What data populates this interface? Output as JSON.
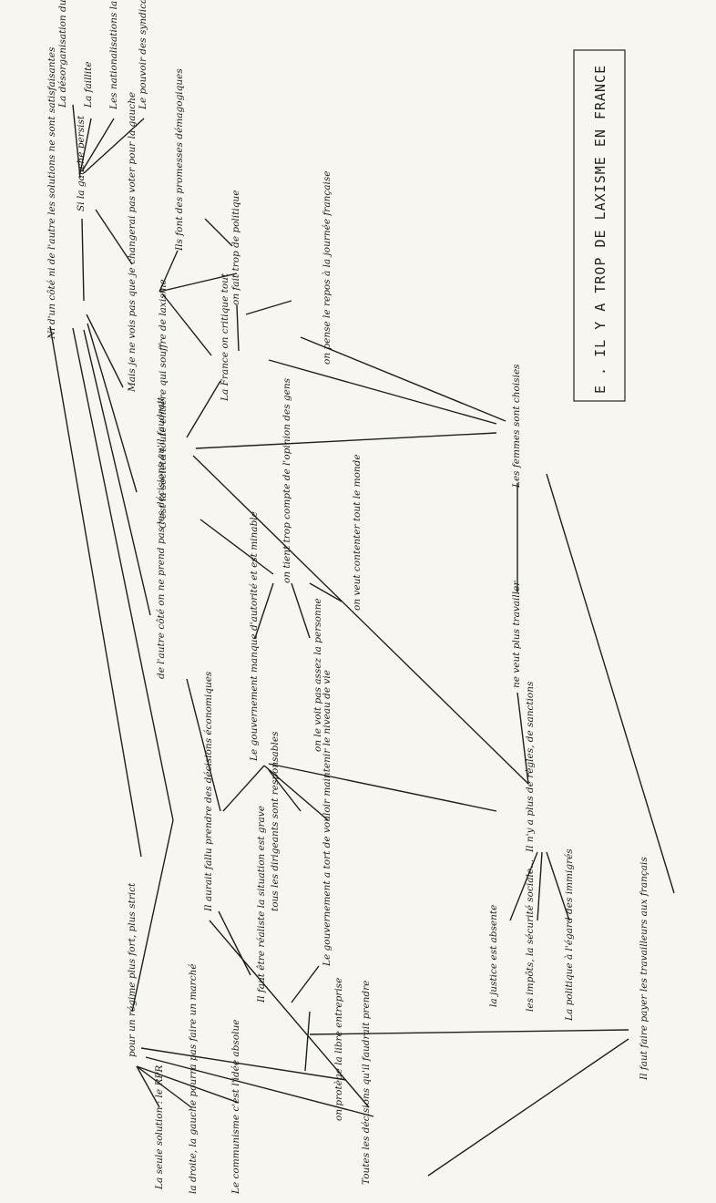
{
  "title": "E . IL Y A TROP DE LAXISME EN FRANCE",
  "nodes": [
    {
      "id": "n_center",
      "text": "Ni d'un côté ni de l'autre les solutions ne sont satisfaisantes"
    },
    {
      "id": "n_gauche",
      "text": "Si la gauche persist"
    },
    {
      "id": "n_desorg",
      "text": "La désorganisation du marché"
    },
    {
      "id": "n_faillite",
      "text": "La faillite"
    },
    {
      "id": "n_nation",
      "text": "Les nationalisations la bureaucratie"
    },
    {
      "id": "n_synd",
      "text": "Le pouvoir des syndicats"
    },
    {
      "id": "n_mais",
      "text": "Mais je ne vois pas que je changerai pas voter pour la gauche"
    },
    {
      "id": "n_promesses",
      "text": "Ils font des promesses démagogiques"
    },
    {
      "id": "n_politique",
      "text": "on fait trop de politique"
    },
    {
      "id": "n_france",
      "text": "La France on critique tout"
    },
    {
      "id": "n_pense",
      "text": "on pense le repos à la journée française"
    },
    {
      "id": "n_soc",
      "text": "C'est la société toute entière qui souffre de laxisme"
    },
    {
      "id": "n_femmes",
      "text": "Les femmes sont choisies"
    },
    {
      "id": "n_travail",
      "text": "ne veut plus travailler"
    },
    {
      "id": "n_opinion",
      "text": "on tient trop compte de l'opinion des gens"
    },
    {
      "id": "n_content",
      "text": "on veut contenter tout le monde"
    },
    {
      "id": "n_autre",
      "text": "de l'autre côté on ne prend pas les décisions qu'il faudrait"
    },
    {
      "id": "n_gouv",
      "text": "Le gouvernement manque d'autorité et est minable"
    },
    {
      "id": "n_perso",
      "text": "on le voit pas assez la personne"
    },
    {
      "id": "n_regles",
      "text": "Il n'y a plus de règles, de sanctions"
    },
    {
      "id": "n_justice",
      "text": "la justice est absente"
    },
    {
      "id": "n_impots",
      "text": "les impôts, la sécurité sociale..."
    },
    {
      "id": "n_immig",
      "text": "La politique à l'égard des immigrés"
    },
    {
      "id": "n_dirig",
      "text": "tous les dirigeants sont responsables"
    },
    {
      "id": "n_eco",
      "text": "Il aurait fallu prendre des décisions économiques"
    },
    {
      "id": "n_gouvtort",
      "text": "Le gouvernement a tort de vouloir maintenir le niveau de vie"
    },
    {
      "id": "n_real",
      "text": "Il faut être réaliste la situation est grave"
    },
    {
      "id": "n_payer",
      "text": "Il faut faire payer les travailleurs aux français"
    },
    {
      "id": "n_libre",
      "text": "on protège la libre entreprise"
    },
    {
      "id": "n_pour",
      "text": "pour un régime plus fort, plus strict"
    },
    {
      "id": "n_rpr",
      "text": "La seule solution : le RPR"
    },
    {
      "id": "n_droite",
      "text": "la droite, la gauche pourra pas faire un marché"
    },
    {
      "id": "n_commun",
      "text": "Le communisme c'est l'idée absolue"
    },
    {
      "id": "n_toutes",
      "text": "Toutes les décisions qu'il faudrait prendre"
    }
  ]
}
